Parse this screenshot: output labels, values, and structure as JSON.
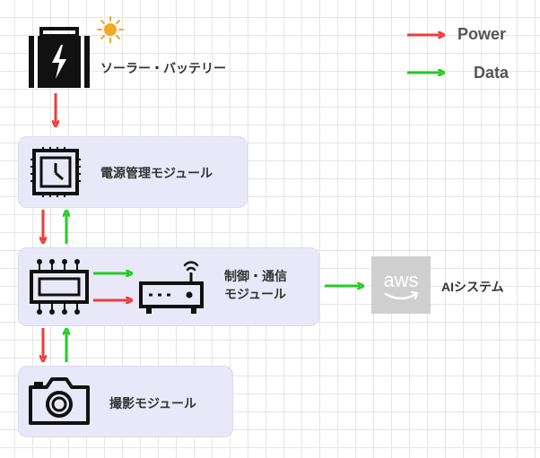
{
  "legend": {
    "items": [
      {
        "label": "Power",
        "color": "#ef3b3b"
      },
      {
        "label": "Data",
        "color": "#22cc22"
      }
    ]
  },
  "nodes": {
    "battery": {
      "label": "ソーラー・バッテリー",
      "icon": "solar-battery-icon"
    },
    "power": {
      "label": "電源管理モジュール",
      "icon": "clock-chip-icon"
    },
    "control": {
      "label_line1": "制御・通信",
      "label_line2": "モジュール",
      "icons": [
        "chip-icon",
        "router-icon"
      ]
    },
    "camera": {
      "label": "撮影モジュール",
      "icon": "camera-icon"
    },
    "ai": {
      "label": "AIシステム",
      "logo_text": "aws"
    }
  },
  "colors": {
    "power": "#ef3b3b",
    "data": "#22cc22",
    "panel": "#e9e8f9",
    "sun": "#f5a623"
  }
}
